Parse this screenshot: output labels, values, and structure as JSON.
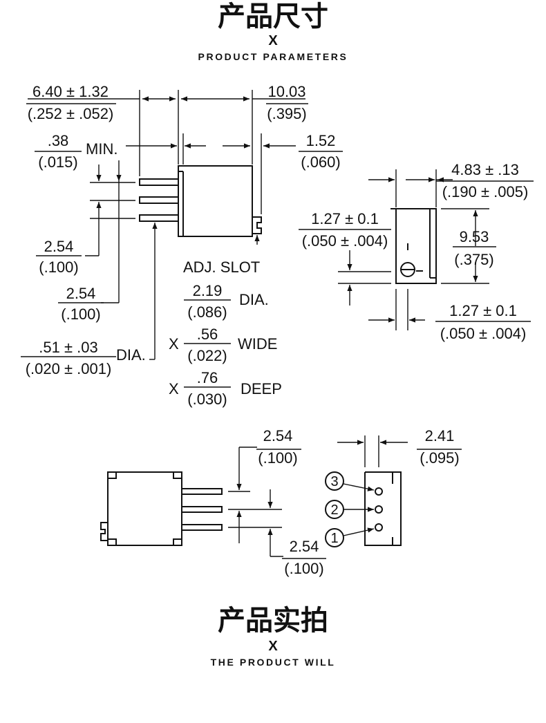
{
  "header_top": {
    "title": "产品尺寸",
    "x": "X",
    "subtitle": "PRODUCT PARAMETERS"
  },
  "header_bottom": {
    "title": "产品实拍",
    "x": "X",
    "subtitle": "THE PRODUCT WILL"
  },
  "dims": {
    "d1_mm": "6.40 ± 1.32",
    "d1_in": "(.252 ± .052)",
    "d2_mm": "10.03",
    "d2_in": "(.395)",
    "d3_mm": ".38",
    "d3_in": "(.015)",
    "d3_suffix": "MIN.",
    "d4_mm": "1.52",
    "d4_in": "(.060)",
    "d5_mm": "2.54",
    "d5_in": "(.100)",
    "d6_mm": "2.54",
    "d6_in": "(.100)",
    "d7_mm": ".51 ± .03",
    "d7_in": "(.020 ± .001)",
    "d7_suffix": "DIA.",
    "adj_slot": "ADJ. SLOT",
    "slot_dia_mm": "2.19",
    "slot_dia_in": "(.086)",
    "slot_dia_suffix": "DIA.",
    "slot_x1": "X",
    "slot_wide_mm": ".56",
    "slot_wide_in": "(.022)",
    "slot_wide_suffix": "WIDE",
    "slot_x2": "X",
    "slot_deep_mm": ".76",
    "slot_deep_in": "(.030)",
    "slot_deep_suffix": "DEEP",
    "s1_mm": "4.83 ± .13",
    "s1_in": "(.190 ± .005)",
    "s2_mm": "1.27 ± 0.1",
    "s2_in": "(.050 ± .004)",
    "s3_mm": "9.53",
    "s3_in": "(.375)",
    "s4_mm": "1.27 ± 0.1",
    "s4_in": "(.050 ± .004)",
    "b1_mm": "2.54",
    "b1_in": "(.100)",
    "b2_mm": "2.41",
    "b2_in": "(.095)",
    "b3_mm": "2.54",
    "b3_in": "(.100)"
  },
  "pins": [
    "3",
    "2",
    "1"
  ]
}
